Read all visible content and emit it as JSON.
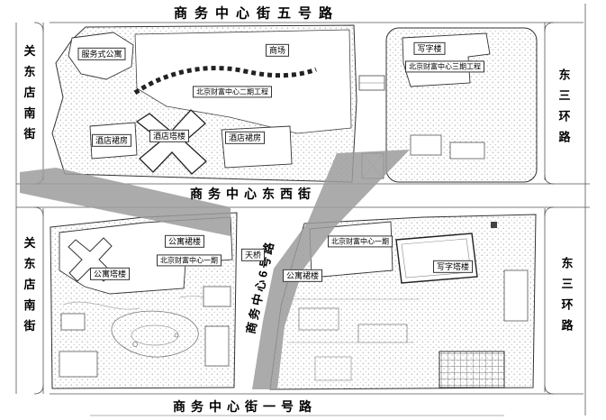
{
  "streets": {
    "top": "商务中心街五号路",
    "middle": "商务中心东西街",
    "bottom": "商务中心街一号路",
    "left_upper": "关东店南街",
    "left_lower": "关东店南街",
    "right_upper": "东三环路",
    "right_lower": "东三环路",
    "diagonal": "商务中心6号路"
  },
  "phase2": {
    "serviced_apartment": "服务式公寓",
    "mall": "商场",
    "title": "北京财富中心二期工程",
    "hotel_podium_left": "酒店裙房",
    "hotel_tower": "酒店塔楼",
    "hotel_podium_right": "酒店裙房"
  },
  "phase3": {
    "office": "写字楼",
    "title": "北京财富中心三期工程"
  },
  "phase1_west": {
    "apartment_podium": "公寓裙楼",
    "title": "北京财富中心一期",
    "apartment_tower": "公寓塔楼"
  },
  "bridge": "天桥",
  "phase1_east": {
    "title": "北京财富中心一期",
    "apartment_podium": "公寓裙楼",
    "office_tower": "写字塔楼"
  },
  "colors": {
    "road_overlay_gray": "#9c9c9c",
    "line": "#333333",
    "background": "#ffffff"
  }
}
